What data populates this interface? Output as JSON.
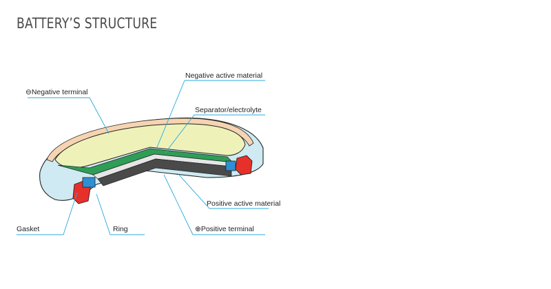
{
  "title": "BATTERY’S STRUCTURE",
  "labels": {
    "negative_active_material": "Negative active material",
    "negative_terminal": "Negative terminal",
    "separator_electrolyte": "Separator/electrolyte",
    "positive_active_material": "Positive active material",
    "gasket": "Gasket",
    "ring": "Ring",
    "positive_terminal": "Positive terminal"
  },
  "symbols": {
    "minus": "⊖",
    "plus": "⊕"
  },
  "colors": {
    "leader_line": "#2aa8dc",
    "negative_terminal_fill": "#eef2b8",
    "negative_active": "#2e9e57",
    "separator": "#e6e6e6",
    "positive_active": "#4a4a4a",
    "positive_terminal_rim": "#cfeaf2",
    "gasket": "#e8302b",
    "ring": "#2f8fd4"
  }
}
